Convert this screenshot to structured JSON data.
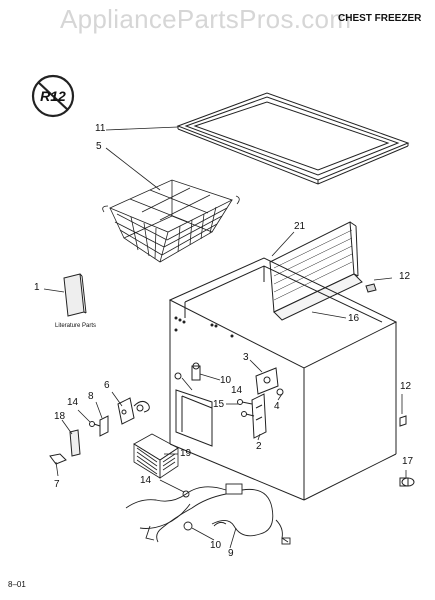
{
  "header": {
    "watermark": "AppliancePartsPros.com",
    "title": "CHEST FREEZER"
  },
  "badge": {
    "text": "R12"
  },
  "literature": {
    "label": "Literature Parts"
  },
  "footer": {
    "code": "8–01"
  },
  "callouts": {
    "c11": "11",
    "c5": "5",
    "c21": "21",
    "c12a": "12",
    "c1": "1",
    "c16": "16",
    "c3": "3",
    "c14a": "14",
    "c10a": "10",
    "c6": "6",
    "c8": "8",
    "c14b": "14",
    "c18": "18",
    "c15": "15",
    "c4": "4",
    "c12b": "12",
    "c2": "2",
    "c7": "7",
    "c19": "19",
    "c17": "17",
    "c14c": "14",
    "c10b": "10",
    "c9": "9"
  }
}
